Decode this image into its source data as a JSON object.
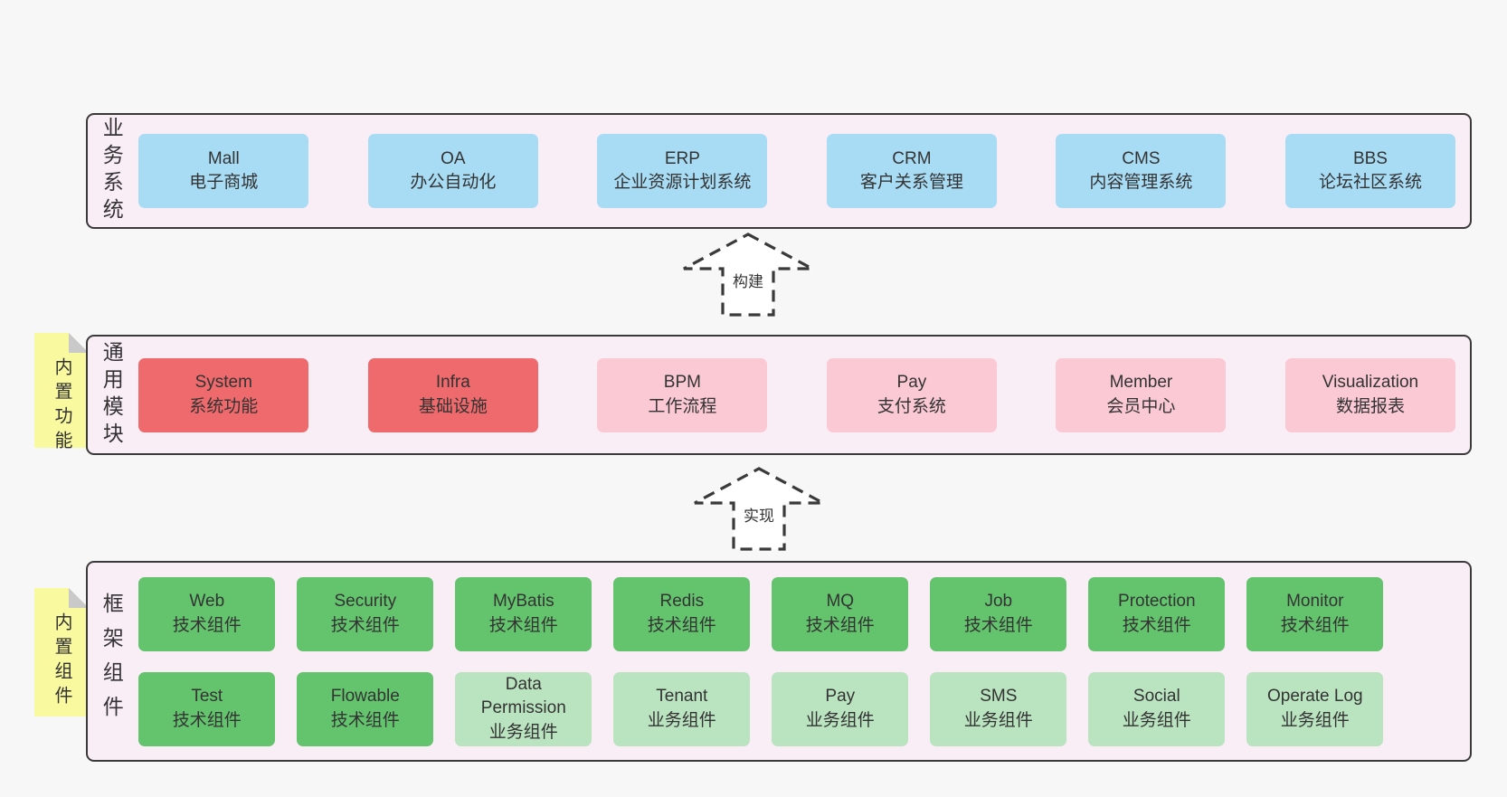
{
  "colors": {
    "page_bg": "#f7f7f7",
    "band_bg": "#f9edf6",
    "line": "#3a3a3a",
    "text": "#333333",
    "blue": "#a8dcf5",
    "red": "#ef6a6c",
    "pink": "#fac9d3",
    "green": "#64c46e",
    "green_light": "#bae3c0",
    "sticky_bg": "#f9f9a0",
    "sticky_fold": "#c9c9c9",
    "arrow_fill": "#ffffff"
  },
  "arrows": [
    {
      "label": "构建"
    },
    {
      "label": "实现"
    }
  ],
  "bands": [
    {
      "label": "业务系统",
      "rows": [
        [
          {
            "title": "Mall",
            "subtitle": "电子商城",
            "variant": "blue"
          },
          {
            "title": "OA",
            "subtitle": "办公自动化",
            "variant": "blue"
          },
          {
            "title": "ERP",
            "subtitle": "企业资源计划系统",
            "variant": "blue"
          },
          {
            "title": "CRM",
            "subtitle": "客户关系管理",
            "variant": "blue"
          },
          {
            "title": "CMS",
            "subtitle": "内容管理系统",
            "variant": "blue"
          },
          {
            "title": "BBS",
            "subtitle": "论坛社区系统",
            "variant": "blue"
          }
        ]
      ]
    },
    {
      "label": "通用模块",
      "sticky": "内置功能",
      "rows": [
        [
          {
            "title": "System",
            "subtitle": "系统功能",
            "variant": "red"
          },
          {
            "title": "Infra",
            "subtitle": "基础设施",
            "variant": "red"
          },
          {
            "title": "BPM",
            "subtitle": "工作流程",
            "variant": "pink"
          },
          {
            "title": "Pay",
            "subtitle": "支付系统",
            "variant": "pink"
          },
          {
            "title": "Member",
            "subtitle": "会员中心",
            "variant": "pink"
          },
          {
            "title": "Visualization",
            "subtitle": "数据报表",
            "variant": "pink"
          }
        ]
      ]
    },
    {
      "label": "框架组件",
      "sticky": "内置组件",
      "rows": [
        [
          {
            "title": "Web",
            "subtitle": "技术组件",
            "variant": "green"
          },
          {
            "title": "Security",
            "subtitle": "技术组件",
            "variant": "green"
          },
          {
            "title": "MyBatis",
            "subtitle": "技术组件",
            "variant": "green"
          },
          {
            "title": "Redis",
            "subtitle": "技术组件",
            "variant": "green"
          },
          {
            "title": "MQ",
            "subtitle": "技术组件",
            "variant": "green"
          },
          {
            "title": "Job",
            "subtitle": "技术组件",
            "variant": "green"
          },
          {
            "title": "Protection",
            "subtitle": "技术组件",
            "variant": "green"
          },
          {
            "title": "Monitor",
            "subtitle": "技术组件",
            "variant": "green"
          }
        ],
        [
          {
            "title": "Test",
            "subtitle": "技术组件",
            "variant": "green"
          },
          {
            "title": "Flowable",
            "subtitle": "技术组件",
            "variant": "green"
          },
          {
            "title": "Data Permission",
            "subtitle": "业务组件",
            "variant": "green-light"
          },
          {
            "title": "Tenant",
            "subtitle": "业务组件",
            "variant": "green-light"
          },
          {
            "title": "Pay",
            "subtitle": "业务组件",
            "variant": "green-light"
          },
          {
            "title": "SMS",
            "subtitle": "业务组件",
            "variant": "green-light"
          },
          {
            "title": "Social",
            "subtitle": "业务组件",
            "variant": "green-light"
          },
          {
            "title": "Operate Log",
            "subtitle": "业务组件",
            "variant": "green-light"
          }
        ]
      ]
    }
  ]
}
